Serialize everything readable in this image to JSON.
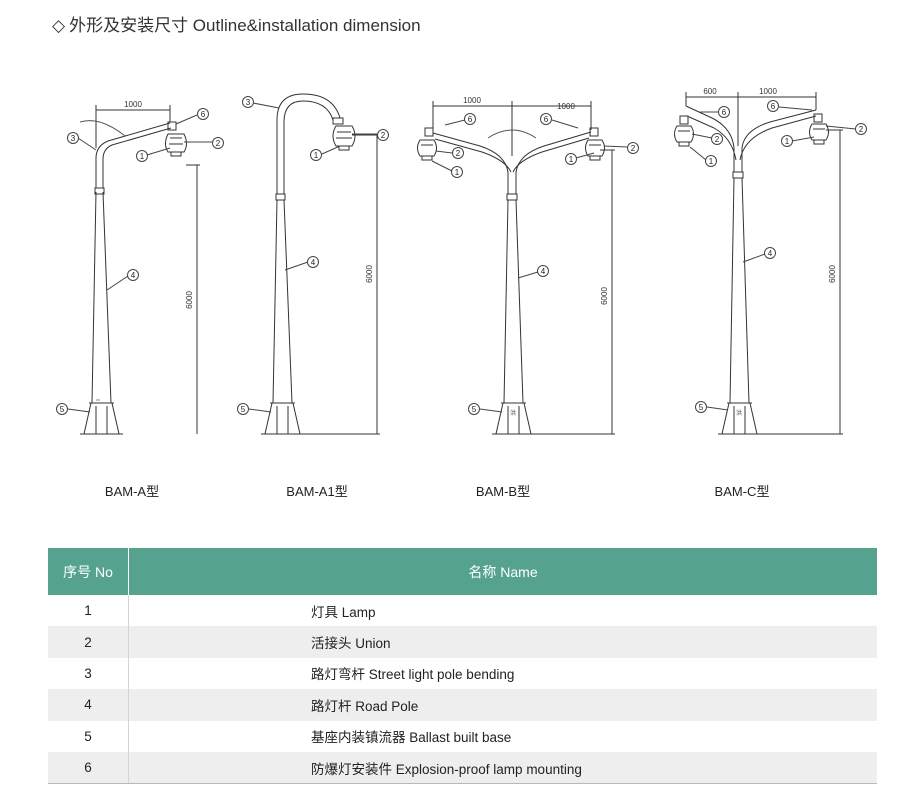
{
  "section": {
    "marker": "◇",
    "title": "外形及安装尺寸 Outline&installation dimension"
  },
  "models": [
    {
      "label": "BAM-A型",
      "height_dim": "6000",
      "arm_dims": [
        "1000"
      ],
      "callouts": [
        "1",
        "2",
        "3",
        "4",
        "5",
        "6"
      ]
    },
    {
      "label": "BAM-A1型",
      "height_dim": "6000",
      "arm_dims": [],
      "callouts": [
        "1",
        "2",
        "3",
        "4",
        "5"
      ]
    },
    {
      "label": "BAM-B型",
      "height_dim": "6000",
      "arm_dims": [
        "1000",
        "1000"
      ],
      "callouts": [
        "1",
        "2",
        "1",
        "2",
        "4",
        "5",
        "6",
        "6"
      ]
    },
    {
      "label": "BAM-C型",
      "height_dim": "6000",
      "arm_dims": [
        "600",
        "1000"
      ],
      "callouts": [
        "1",
        "2",
        "6",
        "1",
        "2",
        "6",
        "4",
        "5"
      ]
    }
  ],
  "parts_table": {
    "header": {
      "no": "序号 No",
      "name": "名称 Name"
    },
    "rows": [
      {
        "no": "1",
        "name": "灯具 Lamp"
      },
      {
        "no": "2",
        "name": "活接头 Union"
      },
      {
        "no": "3",
        "name": "路灯弯杆 Street light pole bending"
      },
      {
        "no": "4",
        "name": "路灯杆 Road Pole"
      },
      {
        "no": "5",
        "name": "基座内装镇流器 Ballast built base"
      },
      {
        "no": "6",
        "name": "防爆灯安装件 Explosion-proof lamp mounting"
      }
    ],
    "colors": {
      "header_bg": "#55a38f",
      "header_text": "#ffffff",
      "alt_row": "#eeeeee"
    }
  }
}
